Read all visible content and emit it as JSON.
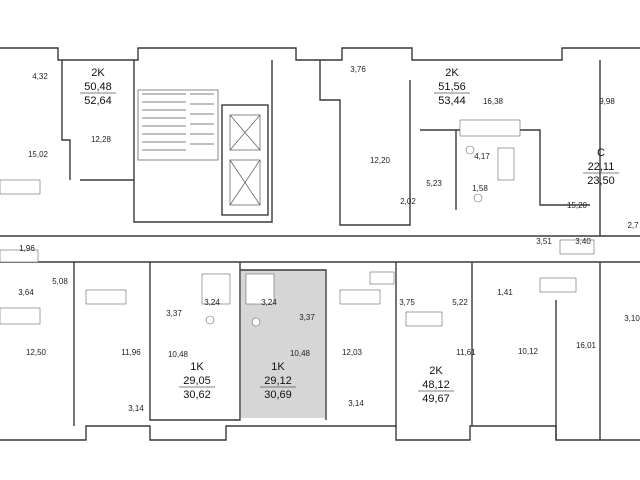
{
  "colors": {
    "wall": "#3a3a3a",
    "highlight": "#d6d6d6",
    "background": "#ffffff"
  },
  "units": [
    {
      "type": "2K",
      "living": "50,48",
      "total": "52,64"
    },
    {
      "type": "2K",
      "living": "51,56",
      "total": "53,44"
    },
    {
      "type": "C",
      "living": "22,11",
      "total": "23,50"
    },
    {
      "type": "1K",
      "living": "29,05",
      "total": "30,62"
    },
    {
      "type": "1K",
      "living": "29,12",
      "total": "30,69"
    },
    {
      "type": "2K",
      "living": "48,12",
      "total": "49,67"
    }
  ],
  "rooms": [
    "4,32",
    "12,28",
    "15,02",
    "1,96",
    "5,08",
    "3,64",
    "12,50",
    "3,76",
    "12,20",
    "2,02",
    "5,23",
    "4,17",
    "1,58",
    "16,38",
    "9,98",
    "15,20",
    "3,51",
    "3,40",
    "2,7",
    "3,10",
    "16,01",
    "3,37",
    "3,24",
    "3,24",
    "3,37",
    "11,96",
    "10,48",
    "10,48",
    "12,03",
    "3,14",
    "3,14",
    "3,75",
    "5,22",
    "1,41",
    "11,61",
    "10,12"
  ]
}
